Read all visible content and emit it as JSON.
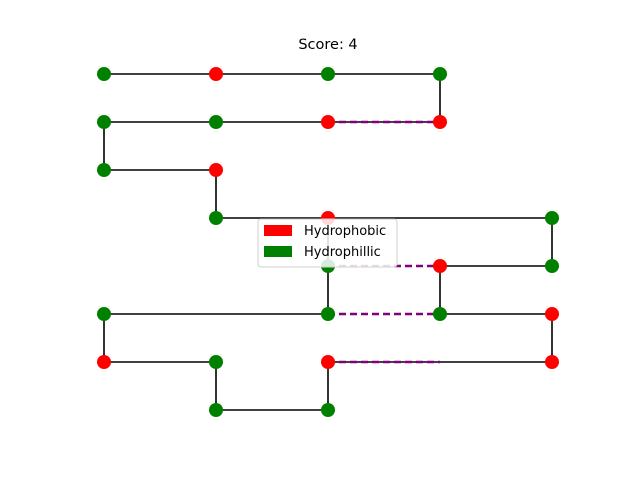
{
  "game": {
    "score_text": "Score: 4",
    "chain": [
      [
        0,
        7,
        "P"
      ],
      [
        1,
        7,
        "H"
      ],
      [
        2,
        7,
        "P"
      ],
      [
        3,
        7,
        "P"
      ],
      [
        3,
        6,
        "H"
      ],
      [
        2,
        6,
        "H"
      ],
      [
        1,
        6,
        "P"
      ],
      [
        0,
        6,
        "P"
      ],
      [
        0,
        5,
        "P"
      ],
      [
        1,
        5,
        "H"
      ],
      [
        1,
        4,
        "P"
      ],
      [
        4,
        4,
        "P"
      ],
      [
        4,
        3,
        "P"
      ],
      [
        3,
        3,
        "H"
      ],
      [
        3,
        2,
        "P"
      ],
      [
        4,
        2,
        "H"
      ],
      [
        4,
        1,
        "H"
      ],
      [
        2,
        1,
        "H"
      ],
      [
        2,
        0,
        "P"
      ],
      [
        1,
        0,
        "P"
      ],
      [
        1,
        1,
        "P"
      ],
      [
        0,
        1,
        "H"
      ],
      [
        0,
        2,
        "P"
      ],
      [
        2,
        2,
        "P"
      ],
      [
        2,
        3,
        "P"
      ],
      [
        2,
        4,
        "H"
      ]
    ],
    "contacts": [
      [
        [
          2,
          6
        ],
        [
          3,
          6
        ]
      ],
      [
        [
          2,
          3
        ],
        [
          3,
          3
        ]
      ],
      [
        [
          2,
          2
        ],
        [
          3,
          2
        ]
      ],
      [
        [
          2,
          1
        ],
        [
          3,
          1
        ]
      ]
    ]
  },
  "legend": {
    "items": [
      {
        "label": "Hydrophobic",
        "color": "#ff0000"
      },
      {
        "label": "Hydrophillic",
        "color": "#008000"
      }
    ]
  },
  "colors": {
    "hydrophobic": "#ff0000",
    "hydrophilic": "#008000",
    "bond": "#000000",
    "contact": "#800080"
  }
}
